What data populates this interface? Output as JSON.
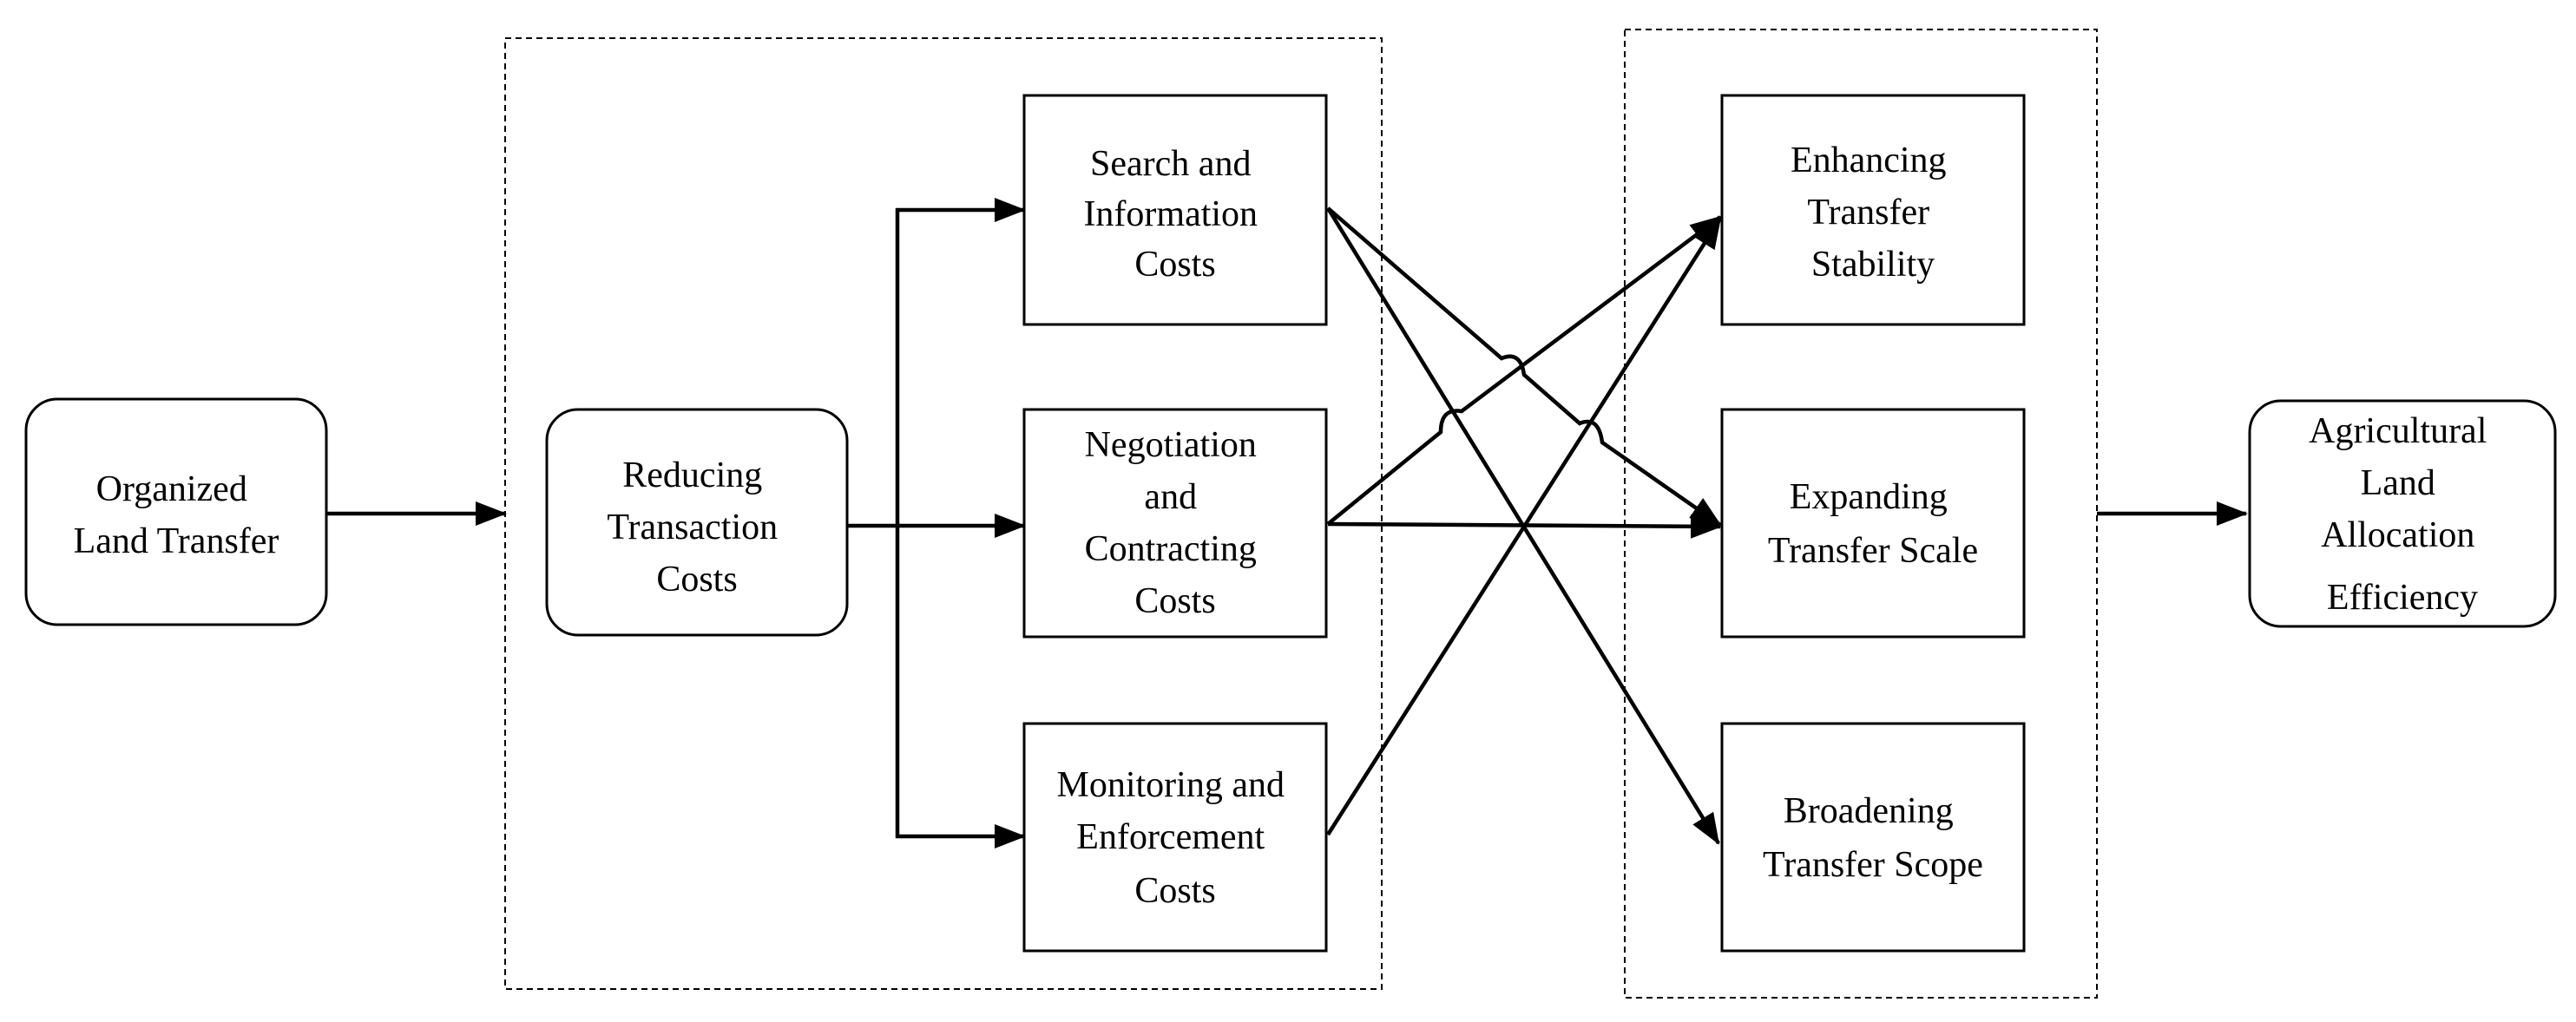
{
  "nodes": {
    "organized_land_transfer": [
      "Organized",
      "Land Transfer"
    ],
    "reducing_transaction_costs": [
      "Reducing",
      "Transaction",
      "Costs"
    ],
    "search_information_costs": [
      "Search and",
      "Information",
      "Costs"
    ],
    "negotiation_contracting_costs": [
      "Negotiation",
      "and",
      "Contracting",
      "Costs"
    ],
    "monitoring_enforcement_costs": [
      "Monitoring and",
      "Enforcement",
      "Costs"
    ],
    "enhancing_transfer_stability": [
      "Enhancing",
      "Transfer",
      "Stability"
    ],
    "expanding_transfer_scale": [
      "Expanding",
      "Transfer Scale"
    ],
    "broadening_transfer_scope": [
      "Broadening",
      "Transfer Scope"
    ],
    "agricultural_land_allocation_efficiency": [
      "Agricultural",
      "Land",
      "Allocation",
      "Efficiency"
    ]
  },
  "edges": [
    [
      "organized_land_transfer",
      "dashed-group-mechanism"
    ],
    [
      "reducing_transaction_costs",
      "search_information_costs"
    ],
    [
      "reducing_transaction_costs",
      "negotiation_contracting_costs"
    ],
    [
      "reducing_transaction_costs",
      "monitoring_enforcement_costs"
    ],
    [
      "search_information_costs",
      "expanding_transfer_scale"
    ],
    [
      "search_information_costs",
      "broadening_transfer_scope"
    ],
    [
      "negotiation_contracting_costs",
      "enhancing_transfer_stability"
    ],
    [
      "negotiation_contracting_costs",
      "expanding_transfer_scale"
    ],
    [
      "monitoring_enforcement_costs",
      "enhancing_transfer_stability"
    ],
    [
      "dashed-group-outcomes",
      "agricultural_land_allocation_efficiency"
    ]
  ],
  "colors": {
    "stroke": "#000000",
    "fill": "#ffffff"
  }
}
